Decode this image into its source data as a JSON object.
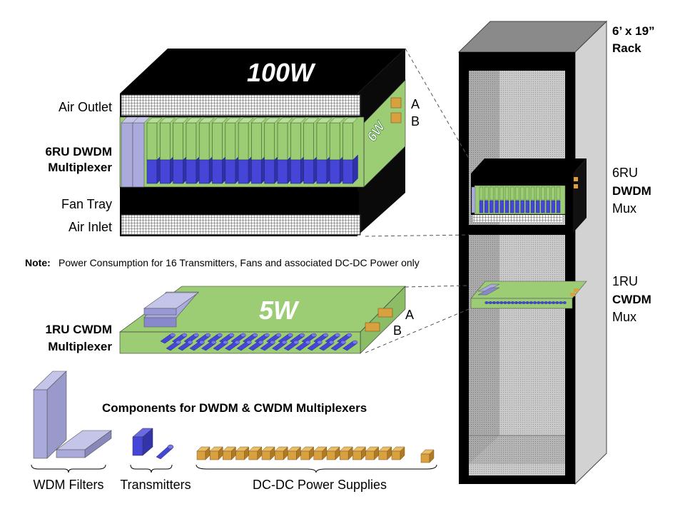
{
  "rack": {
    "size": "6’ x 19”",
    "name": "Rack"
  },
  "dwdm": {
    "power": "100W",
    "card_power": "6W",
    "air_outlet": "Air Outlet",
    "title_line1": "6RU DWDM",
    "title_line2": "Multiplexer",
    "fan_tray": "Fan Tray",
    "air_inlet": "Air Inlet",
    "feed_a": "A",
    "feed_b": "B",
    "rack_label": {
      "line1": "6RU",
      "line2": "DWDM",
      "line3": "Mux"
    }
  },
  "note": {
    "label": "Note:",
    "text": "Power Consumption for 16 Transmitters, Fans and associated DC-DC Power only"
  },
  "cwdm": {
    "power": "5W",
    "title_line1": "1RU CWDM",
    "title_line2": "Multiplexer",
    "feed_a": "A",
    "feed_b": "B",
    "rack_label": {
      "line1": "1RU",
      "line2": "CWDM",
      "line3": "Mux"
    }
  },
  "components": {
    "title": "Components for DWDM & CWDM Multiplexers",
    "wdm_filters": "WDM Filters",
    "transmitters": "Transmitters",
    "dcdc": "DC-DC Power Supplies"
  },
  "colors": {
    "green": "#9ccc74",
    "blue": "#4545d8",
    "lavender": "#aaaadd",
    "orange": "#d9a040",
    "rack_gray": "#bdbdbd"
  }
}
